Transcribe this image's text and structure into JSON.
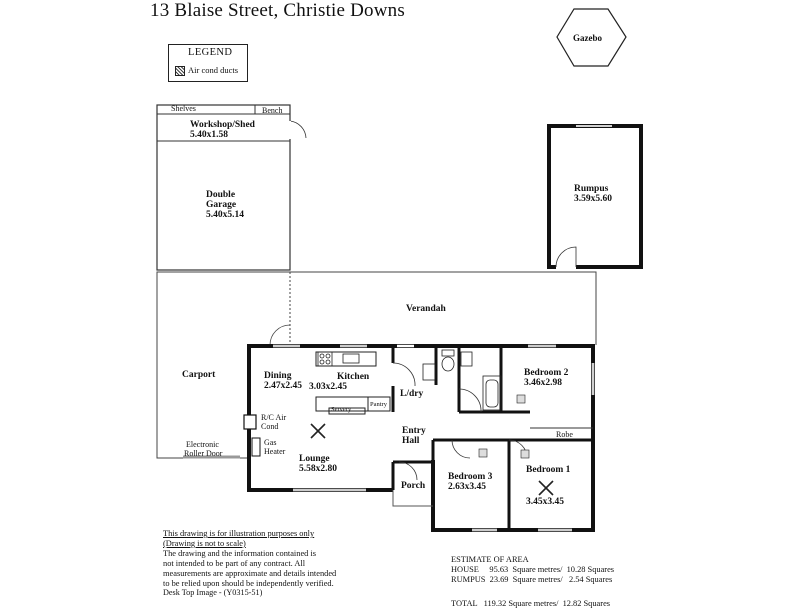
{
  "title": "13 Blaise Street, Christie Downs",
  "gazebo": "Gazebo",
  "legend": {
    "title": "LEGEND",
    "item": "Air cond ducts"
  },
  "rooms": {
    "shelves": "Shelves",
    "bench": "Bench",
    "workshop_name": "Workshop/Shed",
    "workshop_dim": "5.40x1.58",
    "garage_name_1": "Double",
    "garage_name_2": "Garage",
    "garage_dim": "5.40x5.14",
    "rumpus_name": "Rumpus",
    "rumpus_dim": "3.59x5.60",
    "verandah": "Verandah",
    "carport": "Carport",
    "roller_door_1": "Electronic",
    "roller_door_2": "Roller Door",
    "dining_name": "Dining",
    "dining_dim": "2.47x2.45",
    "kitchen_name": "Kitchen",
    "kitchen_dim": "3.03x2.45",
    "servery": "Servery",
    "pantry": "Pantry",
    "laundry": "L/dry",
    "bedroom2_name": "Bedroom 2",
    "bedroom2_dim": "3.46x2.98",
    "rc_air_1": "R/C Air",
    "rc_air_2": "Cond",
    "gas_heater_1": "Gas",
    "gas_heater_2": "Heater",
    "lounge_name": "Lounge",
    "lounge_dim": "5.58x2.80",
    "entry_1": "Entry",
    "entry_2": "Hall",
    "robe": "Robe",
    "bedroom3_name": "Bedroom 3",
    "bedroom3_dim": "2.63x3.45",
    "bedroom1_name": "Bedroom 1",
    "bedroom1_dim": "3.45x3.45",
    "porch": "Porch"
  },
  "disclaimer": {
    "line1": "This drawing is for illustration purposes only",
    "line2": "(Drawing is not to scale)",
    "line3": "The drawing and the information contained is",
    "line4": "not intended to be part of any contract.  All",
    "line5": "measurements are approximate and details intended",
    "line6": "to be relied upon should be independently verified."
  },
  "estimate": {
    "heading": "ESTIMATE OF AREA",
    "house": "HOUSE     95.63  Square metres/  10.28 Squares",
    "rumpus": "RUMPUS  23.69  Square metres/   2.54 Squares",
    "total": "TOTAL   119.32 Square metres/  12.82 Squares"
  },
  "footer": "Desk Top Image - (Y0315-51)"
}
